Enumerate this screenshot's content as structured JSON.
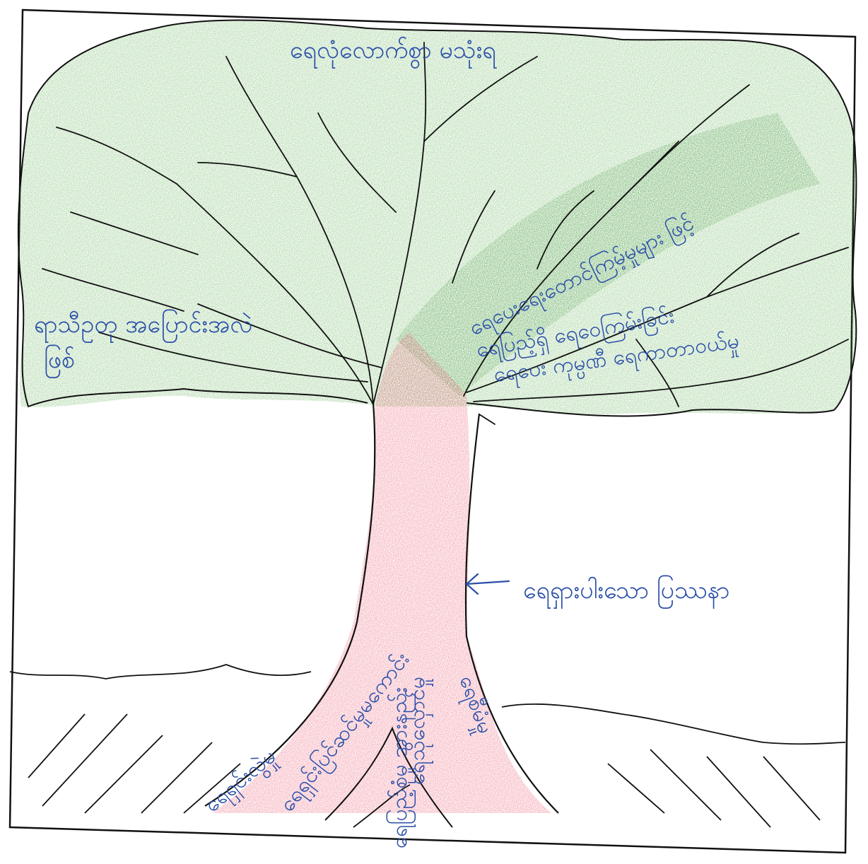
{
  "drawing": {
    "canopy_color": "#3f9a35",
    "trunk_color": "#e0405a",
    "ink_color": "#2b4fa8",
    "outline_color": "#111111"
  },
  "labels": {
    "top": "ရေလုံလောက်စွာ မသုံးရ",
    "right_upper": "ရေပေးရေးတောင်ကြမ့်မှုများ ဖြင့်",
    "left_mid_1": "ရာသီဥတု အပြောင်းအလဲ",
    "left_mid_2": "ဖြစ်",
    "right_mid_1": "ရေပြည့်ရှိ ရေဝေကြမ်းခြင်း",
    "right_mid_2": "ရေပေး ကုမ္ပဏီ ရေကာတာဝယ်မှု",
    "arrow_label": "ရေရှားပါးသော ပြဿနာ",
    "root_1": "ရေရှင်းလွဲမှု",
    "root_2": "ရေရှင်းပြင်ဆင်မှုမကောင်း",
    "root_3": "ရေပြည့်စုံမှု အားနည်း",
    "root_4": "ရေသိုလှောင်မှု",
    "root_5": "ရေစီမံမှု"
  }
}
